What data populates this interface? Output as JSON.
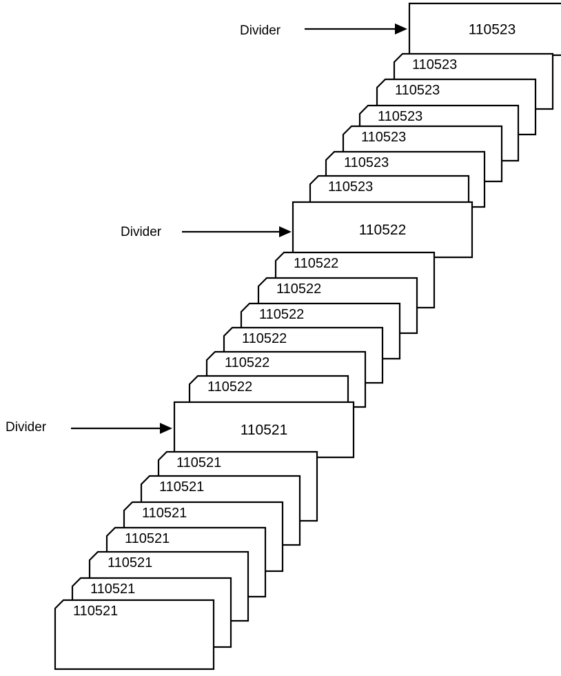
{
  "divider_label": "Divider",
  "groups": [
    {
      "number": "110523",
      "cards": [
        "110523",
        "110523",
        "110523",
        "110523",
        "110523",
        "110523"
      ]
    },
    {
      "number": "110522",
      "cards": [
        "110522",
        "110522",
        "110522",
        "110522",
        "110522",
        "110522"
      ]
    },
    {
      "number": "110521",
      "cards": [
        "110521",
        "110521",
        "110521",
        "110521",
        "110521",
        "110521",
        "110521"
      ]
    }
  ]
}
